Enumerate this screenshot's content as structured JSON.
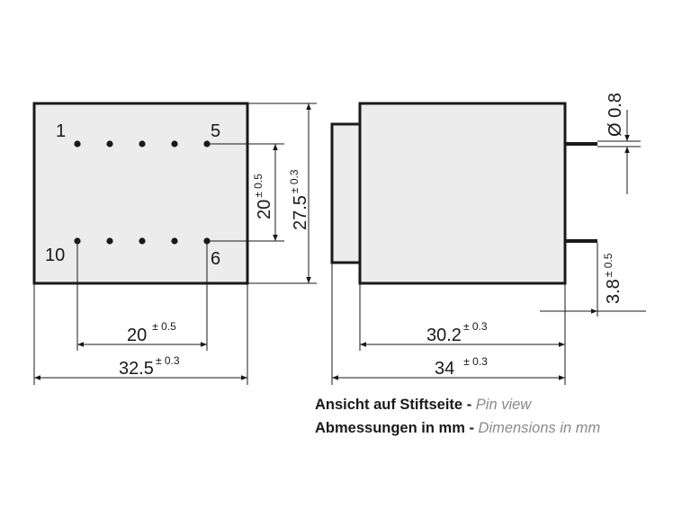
{
  "pins": {
    "p1": "1",
    "p5": "5",
    "p10": "10",
    "p6": "6"
  },
  "dims": {
    "pin_row_spacing": {
      "value": "20",
      "tol": "± 0.5"
    },
    "body_height": {
      "value": "27.5",
      "tol": "± 0.3"
    },
    "pin_pitch_total": {
      "value": "20",
      "tol": "± 0.5"
    },
    "body_width": {
      "value": "32.5",
      "tol": "± 0.3"
    },
    "pin_diameter": {
      "value": "Ø 0.8"
    },
    "pin_length": {
      "value": "3.8",
      "tol": "± 0.5"
    },
    "side_body": {
      "value": "30.2",
      "tol": "± 0.3"
    },
    "side_total": {
      "value": "34",
      "tol": "± 0.3"
    }
  },
  "caption": {
    "line1_bold": "Ansicht auf Stiftseite -",
    "line1_italic": "Pin view",
    "line2_bold": "Abmessungen in mm -",
    "line2_italic": "Dimensions in mm"
  },
  "colors": {
    "body_fill": "#ececec",
    "stroke": "#1a1a1a",
    "caption_italic": "#8a8a8a"
  }
}
